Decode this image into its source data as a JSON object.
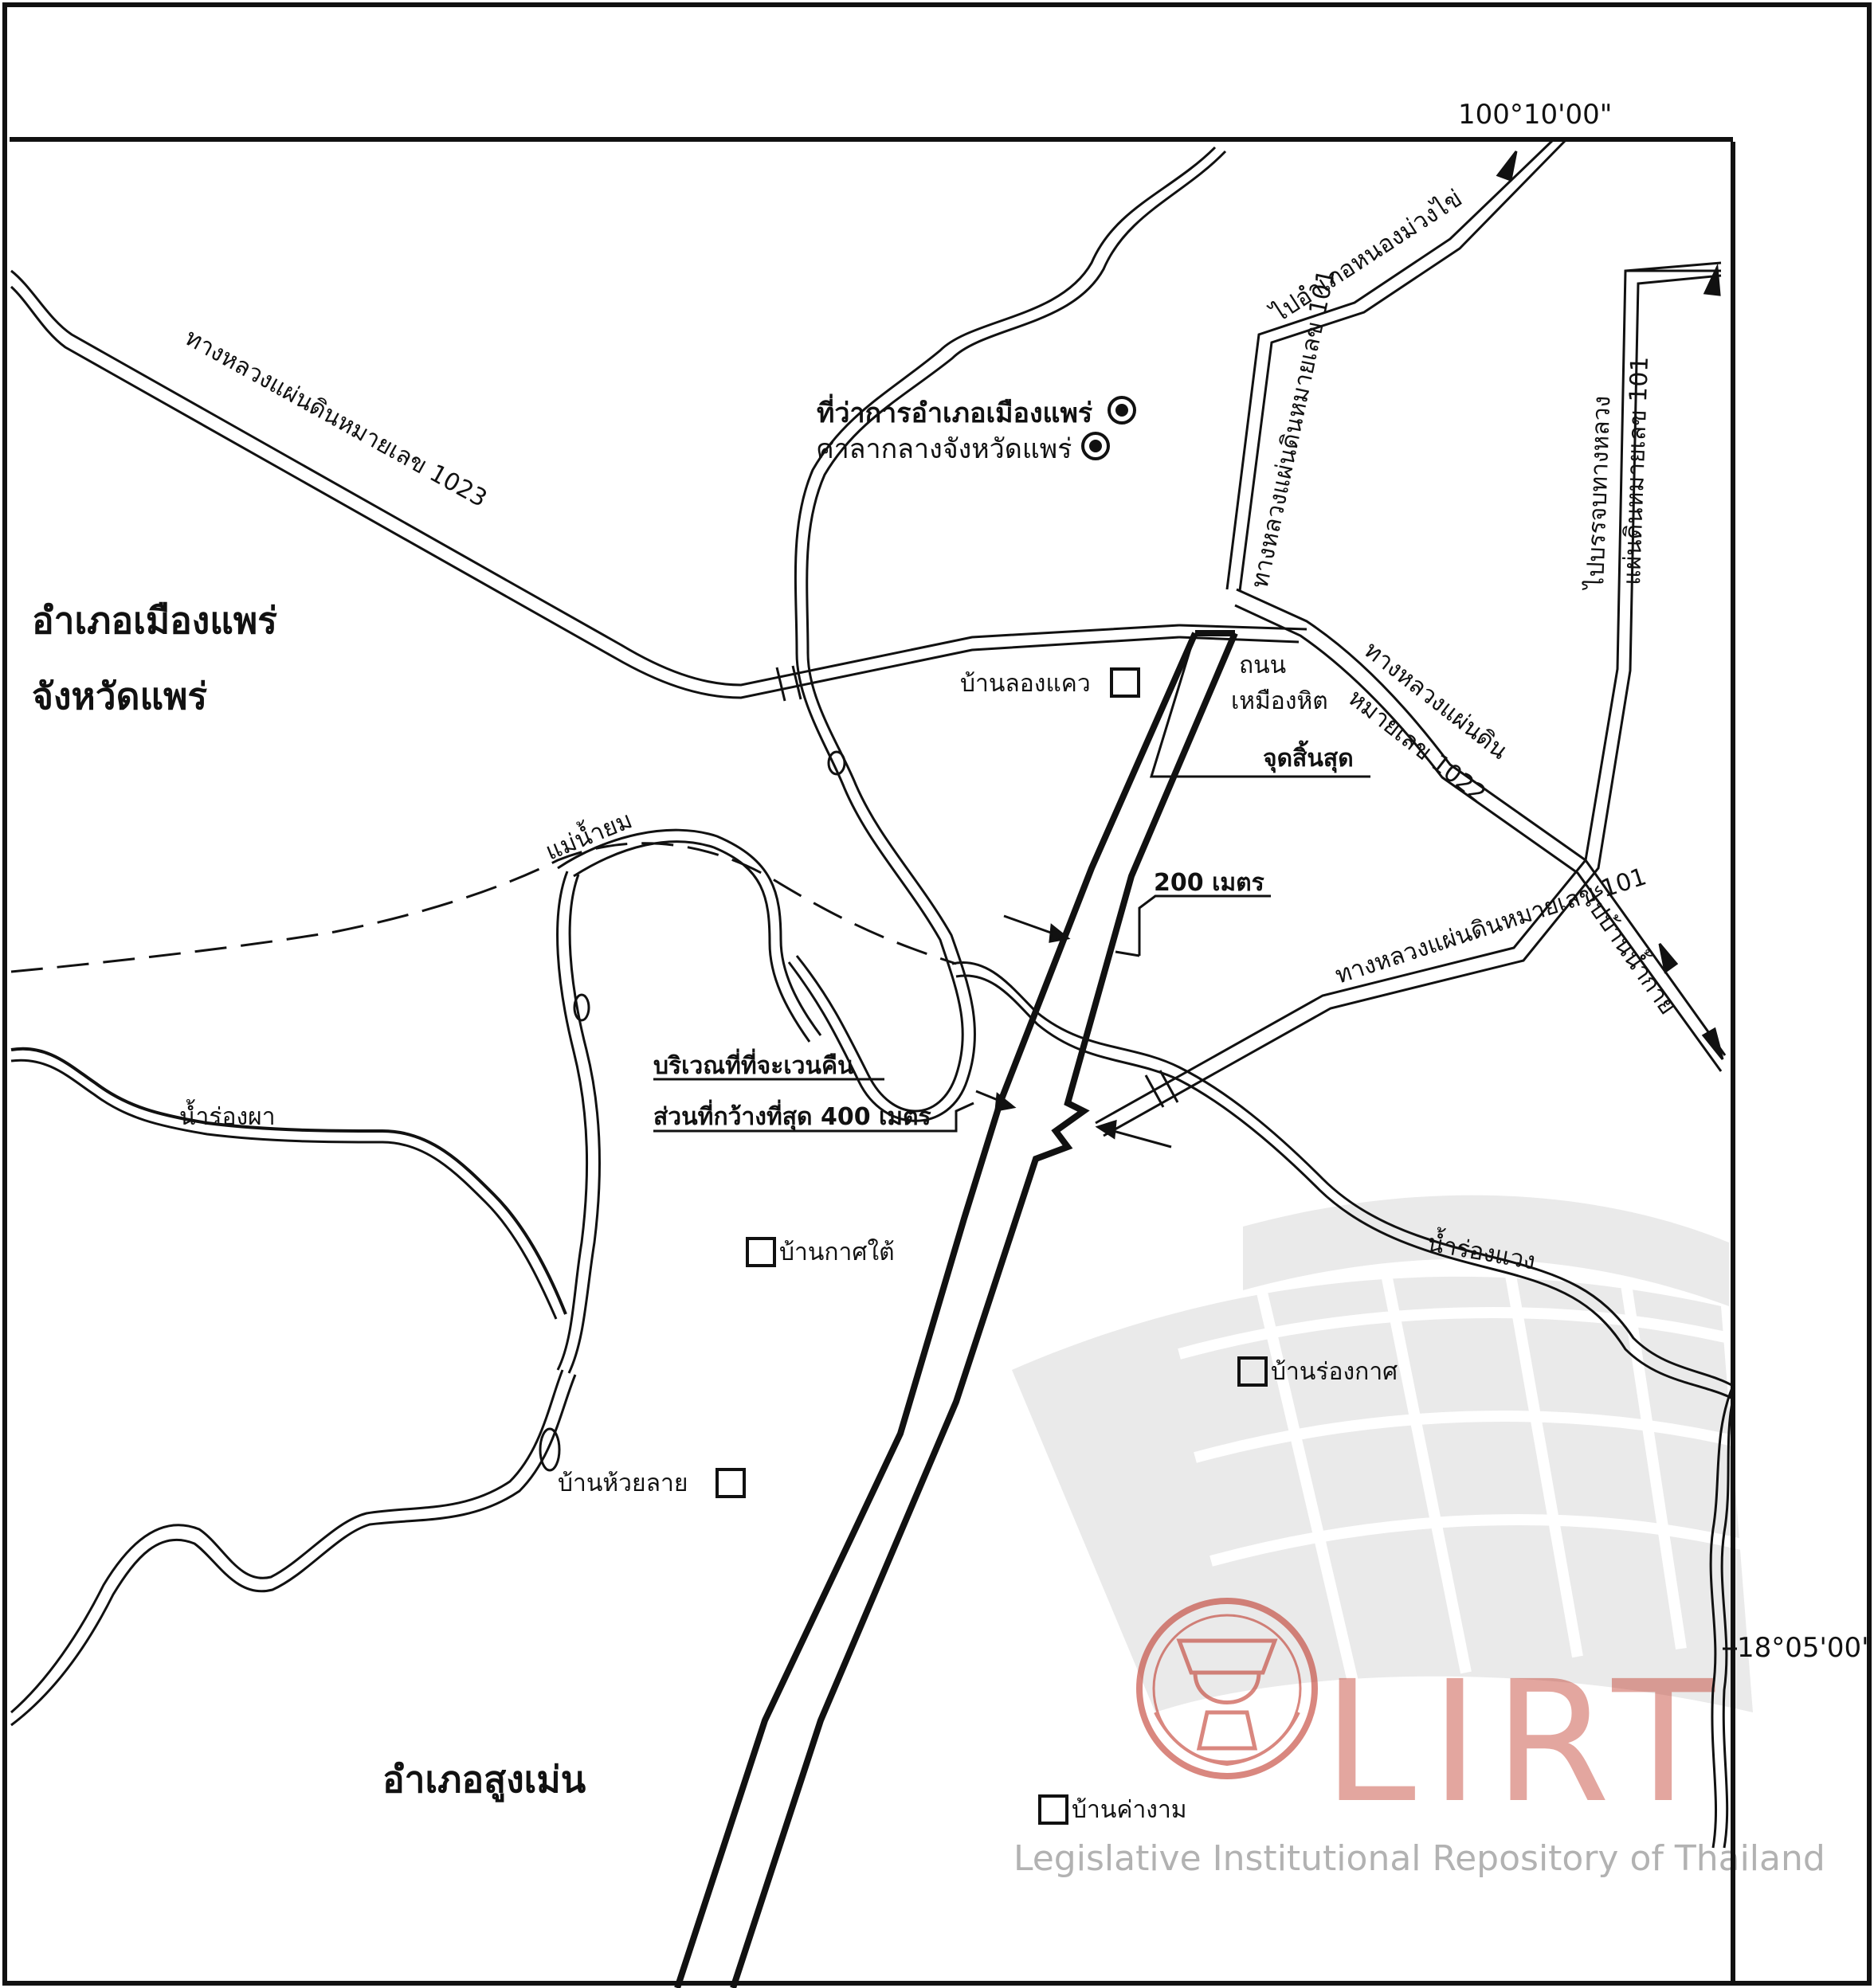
{
  "labels": {
    "coord_longitude": "100°10'00\"",
    "coord_latitude": "18°05'00\"",
    "district_mueang_phrae": "อำเภอเมืองแพร่",
    "province_phrae": "จังหวัดแพร่",
    "district_sung_men": "อำเภอสูงเม่น",
    "district_office": "ที่ว่าการอำเภอเมืองแพร่",
    "city_hall": "ศาลากลางจังหวัดแพร่",
    "highway_1023": "ทางหลวงแผ่นดินหมายเลข 1023",
    "highway_101_north": "ทางหลวงแผ่นดินหมายเลข 101",
    "to_nong_muang_khai": "ไปอำเภอหนองม่วงไข่",
    "to_highway_101_junction_1": "ไปบรรจบทางหลวง",
    "to_highway_101_junction_2": "แผ่นดินหมายเลข 101",
    "highway_1022_1": "ทางหลวงแผ่นดิน",
    "highway_1022_2": "หมายเลข 1022",
    "highway_101_south": "ทางหลวงแผ่นดินหมายเลข 101",
    "to_ban_nam_kai": "ไปบ้านน้ำกาย",
    "road_muang_hit_1": "ถนน",
    "road_muang_hit_2": "เหมืองหิต",
    "end_point": "จุดสิ้นสุด",
    "width_200m": "200 เมตร",
    "expropriation_area_1": "บริเวณที่ที่จะเวนคืน",
    "expropriation_area_2": "ส่วนที่กว้างที่สุด 400 เมตร",
    "river_yom": "แม่น้ำยม",
    "stream_rong_pha": "น้ำร่องผา",
    "stream_rong_waeng": "น้ำร่องแวง",
    "ban_long_khwae": "บ้านลองแคว",
    "ban_kat_tai": "บ้านกาศใต้",
    "ban_rong_kat": "บ้านร่องกาศ",
    "ban_huai_lai": "บ้านห้วยลาย",
    "ban_kha_ngam": "บ้านค่างาม"
  },
  "watermark": {
    "brand": "LIRT",
    "full_name": "Legislative Institutional Repository of Thailand",
    "color": "#c0392b",
    "accent_color": "#3b7dc4",
    "shape_color": "#d9d9d9"
  },
  "colors": {
    "ink": "#111111",
    "paper": "#ffffff"
  }
}
